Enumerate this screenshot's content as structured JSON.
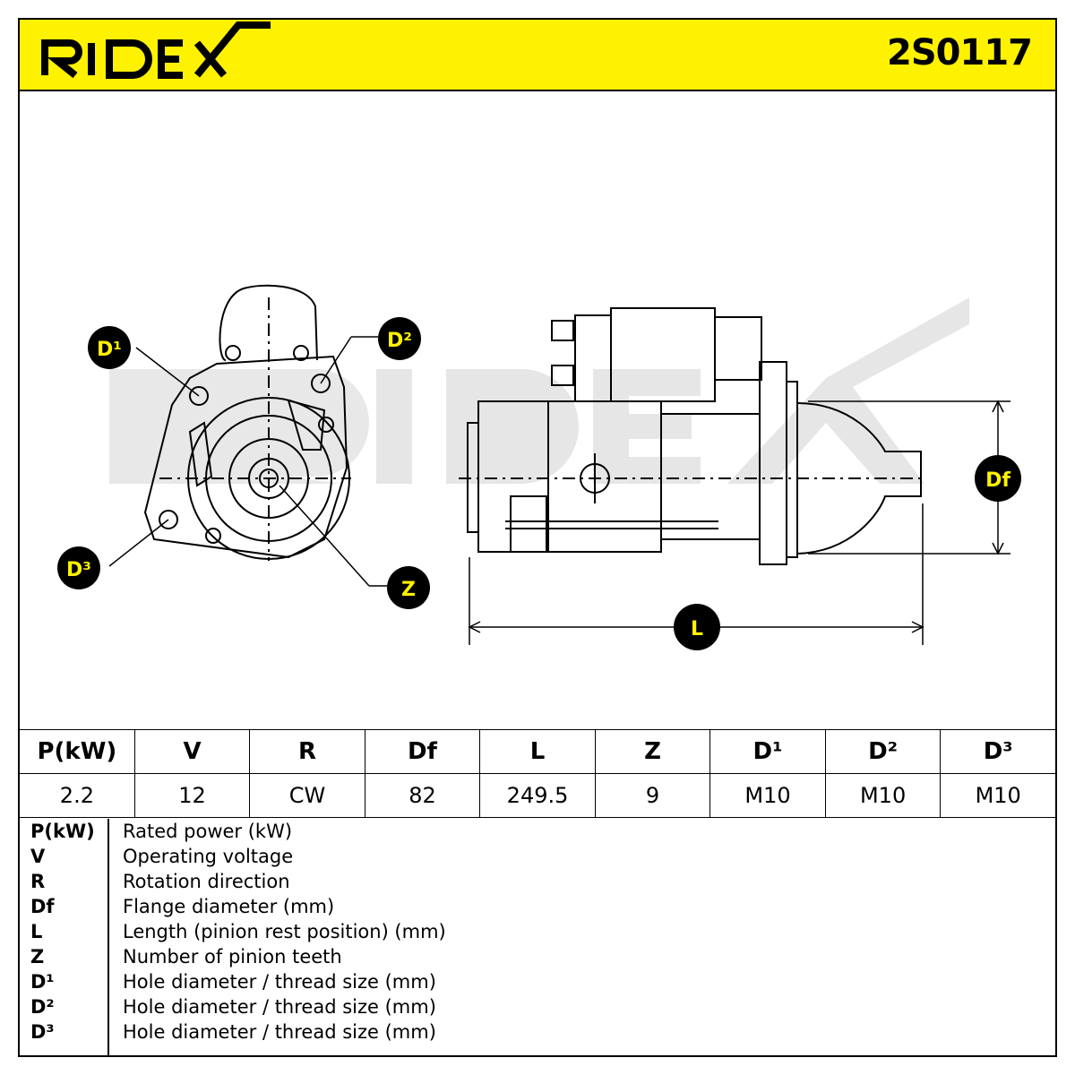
{
  "brand": {
    "logo_text": "RIDEX",
    "part_number": "2S0117",
    "accent": "#fff200",
    "watermark": "#e6e6e6"
  },
  "callouts": {
    "d1": "D¹",
    "d2": "D²",
    "d3": "D³",
    "z": "Z",
    "df": "Df",
    "l": "L"
  },
  "spec_table": {
    "headers": [
      "P(kW)",
      "V",
      "R",
      "Df",
      "L",
      "Z",
      "D¹",
      "D²",
      "D³"
    ],
    "values": [
      "2.2",
      "12",
      "CW",
      "82",
      "249.5",
      "9",
      "M10",
      "M10",
      "M10"
    ]
  },
  "legend": [
    {
      "symbol": "P(kW)",
      "desc": "Rated power (kW)"
    },
    {
      "symbol": "V",
      "desc": "Operating voltage"
    },
    {
      "symbol": "R",
      "desc": "Rotation direction"
    },
    {
      "symbol": "Df",
      "desc": "Flange diameter (mm)"
    },
    {
      "symbol": "L",
      "desc": "Length (pinion rest position) (mm)"
    },
    {
      "symbol": "Z",
      "desc": "Number of pinion teeth"
    },
    {
      "symbol": "D¹",
      "desc": "Hole diameter / thread size (mm)"
    },
    {
      "symbol": "D²",
      "desc": "Hole diameter / thread size (mm)"
    },
    {
      "symbol": "D³",
      "desc": "Hole diameter / thread size (mm)"
    }
  ]
}
